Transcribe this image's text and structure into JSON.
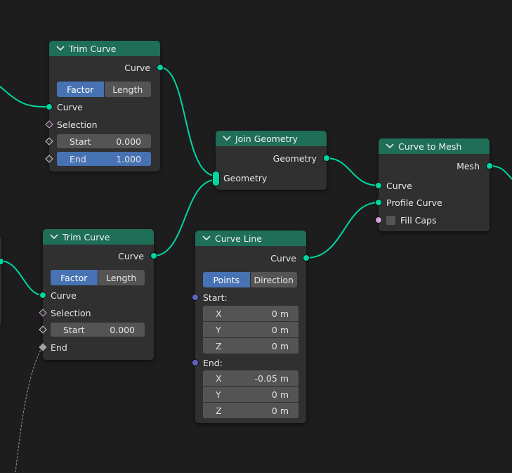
{
  "colors": {
    "background": "#1d1d1d",
    "node_body": "#303030",
    "node_header": "#1f6e58",
    "link_geometry": "#00d6a3",
    "socket_vector": "#6363c7",
    "socket_bool": "#cca6d6",
    "active_button": "#4772b3",
    "field": "#545454"
  },
  "trim_curve_top": {
    "title": "Trim Curve",
    "output_curve": "Curve",
    "mode_factor": "Factor",
    "mode_length": "Length",
    "input_curve": "Curve",
    "input_selection": "Selection",
    "start_label": "Start",
    "start_value": "0.000",
    "end_label": "End",
    "end_value": "1.000"
  },
  "trim_curve_bottom": {
    "title": "Trim Curve",
    "output_curve": "Curve",
    "mode_factor": "Factor",
    "mode_length": "Length",
    "input_curve": "Curve",
    "input_selection": "Selection",
    "start_label": "Start",
    "start_value": "0.000",
    "end_label": "End"
  },
  "join_geometry": {
    "title": "Join Geometry",
    "output_geometry": "Geometry",
    "input_geometry": "Geometry"
  },
  "curve_line": {
    "title": "Curve Line",
    "output_curve": "Curve",
    "mode_points": "Points",
    "mode_direction": "Direction",
    "start_label": "Start:",
    "start_x_label": "X",
    "start_x": "0 m",
    "start_y_label": "Y",
    "start_y": "0 m",
    "start_z_label": "Z",
    "start_z": "0 m",
    "end_label": "End:",
    "end_x_label": "X",
    "end_x": "-0.05 m",
    "end_y_label": "Y",
    "end_y": "0 m",
    "end_z_label": "Z",
    "end_z": "0 m"
  },
  "curve_to_mesh": {
    "title": "Curve to Mesh",
    "output_mesh": "Mesh",
    "input_curve": "Curve",
    "input_profile": "Profile Curve",
    "input_fill_caps": "Fill Caps"
  },
  "icons": [
    "chevron-down-icon",
    "geometry-socket",
    "vector-socket",
    "boolean-socket",
    "field-diamond-socket"
  ]
}
